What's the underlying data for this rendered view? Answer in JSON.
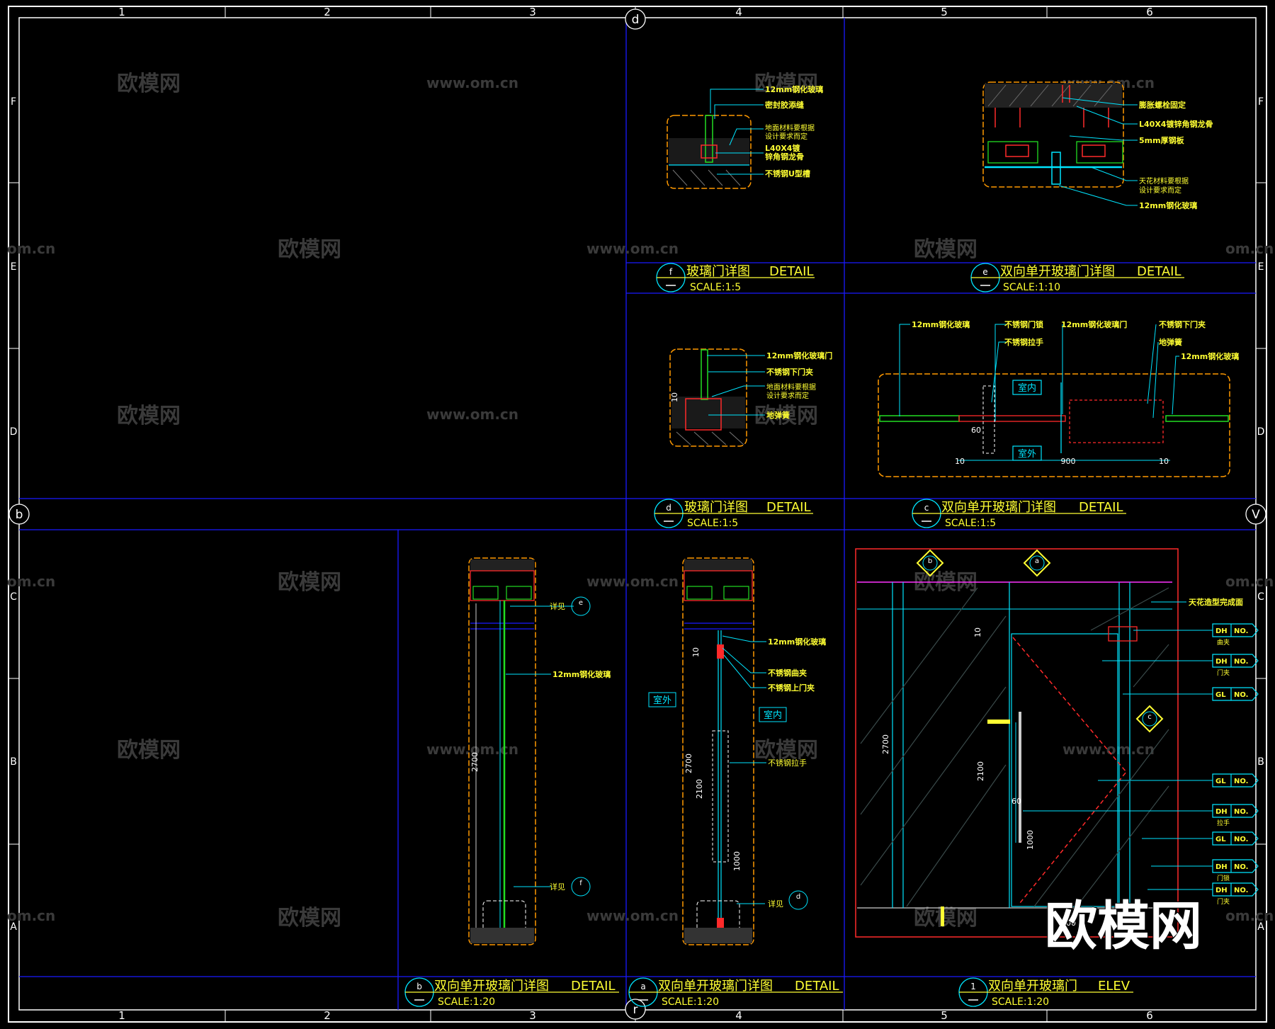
{
  "grid": {
    "columns": [
      "1",
      "2",
      "3",
      "4",
      "5",
      "6"
    ],
    "rows": [
      "F",
      "E",
      "D",
      "C",
      "B",
      "A"
    ],
    "axis_circles": [
      "d",
      "b",
      "V",
      "r"
    ]
  },
  "watermark": {
    "brand": "欧模网",
    "url": "www.om.cn",
    "url_partial": "om.cn",
    "big_logo": "欧模网"
  },
  "details": {
    "f": {
      "id": "f",
      "title": "玻璃门详图",
      "suffix": "DETAIL",
      "scale": "SCALE:1:5",
      "labels": [
        "12mm钢化玻璃",
        "密封胶添缝",
        "地面材料要根据",
        "设计要求而定",
        "L40X4镀",
        "锌角钢龙骨",
        "不锈钢U型槽"
      ]
    },
    "e": {
      "id": "e",
      "title": "双向单开玻璃门详图",
      "suffix": "DETAIL",
      "scale": "SCALE:1:10",
      "labels": [
        "膨胀螺栓固定",
        "L40X4镀锌角钢龙骨",
        "5mm厚钢板",
        "天花材料要根据",
        "设计要求而定",
        "12mm钢化玻璃"
      ]
    },
    "d": {
      "id": "d",
      "title": "玻璃门详图",
      "suffix": "DETAIL",
      "scale": "SCALE:1:5",
      "labels": [
        "12mm钢化玻璃门",
        "不锈钢下门夹",
        "地面材料要根据",
        "设计要求而定",
        "地弹簧"
      ],
      "dim": "10"
    },
    "c": {
      "id": "c",
      "title": "双向单开玻璃门详图",
      "suffix": "DETAIL",
      "scale": "SCALE:1:5",
      "labels": [
        "12mm钢化玻璃",
        "不锈钢门锁",
        "不锈钢拉手",
        "12mm钢化玻璃门",
        "不锈钢下门夹",
        "地弹簧",
        "12mm钢化玻璃"
      ],
      "rooms": [
        "室内",
        "室外"
      ],
      "dims": [
        "60",
        "10",
        "900",
        "10"
      ]
    },
    "b": {
      "id": "b",
      "title": "双向单开玻璃门详图",
      "suffix": "DETAIL",
      "scale": "SCALE:1:20",
      "labels": [
        "详见",
        "12mm钢化玻璃",
        "详见"
      ],
      "dim": "2700",
      "refs": [
        "e",
        "f"
      ]
    },
    "a": {
      "id": "a",
      "title": "双向单开玻璃门详图",
      "suffix": "DETAIL",
      "scale": "SCALE:1:20",
      "labels": [
        "12mm钢化玻璃",
        "不锈钢曲夹",
        "不锈钢上门夹",
        "不锈钢拉手",
        "详见"
      ],
      "rooms": [
        "室外",
        "室内"
      ],
      "dims": [
        "10",
        "2700",
        "2100",
        "1000"
      ],
      "ref": "d"
    },
    "elev": {
      "id": "1",
      "title": "双向单开玻璃门",
      "suffix": "ELEV",
      "scale": "SCALE:1:20",
      "ceiling": "天花造型完成面",
      "dims": [
        "10",
        "2700",
        "2100",
        "60",
        "1000",
        "900"
      ],
      "refs": [
        "b",
        "a",
        "c"
      ],
      "tags": [
        {
          "code": "DH",
          "no": "NO.",
          "sub": "曲夹"
        },
        {
          "code": "DH",
          "no": "NO.",
          "sub": "门夹"
        },
        {
          "code": "GL",
          "no": "NO.",
          "sub": ""
        },
        {
          "code": "GL",
          "no": "NO.",
          "sub": ""
        },
        {
          "code": "DH",
          "no": "NO.",
          "sub": "拉手"
        },
        {
          "code": "GL",
          "no": "NO.",
          "sub": ""
        },
        {
          "code": "DH",
          "no": "NO.",
          "sub": "门锁"
        },
        {
          "code": "DH",
          "no": "NO.",
          "sub": "门夹"
        }
      ]
    }
  },
  "colors": {
    "background": "#000000",
    "frame": "#ffffff",
    "grid_blue": "#1a1aff",
    "label_yellow": "#ffff33",
    "cyan": "#00e5ff",
    "green": "#22dd22",
    "red": "#ff2a2a",
    "orange": "#ff9900",
    "magenta": "#ff33ff"
  }
}
